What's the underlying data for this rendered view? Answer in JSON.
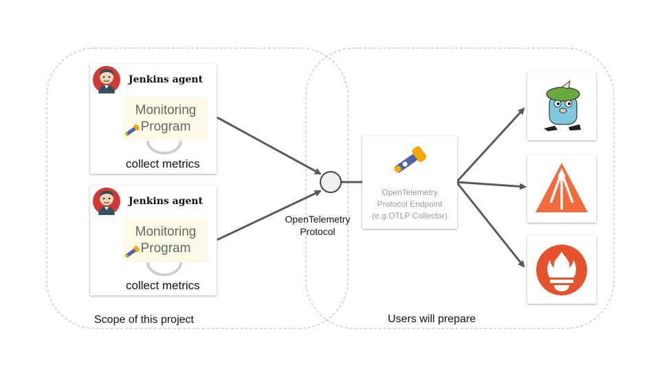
{
  "scopes": {
    "left_label": "Scope of this project",
    "right_label": "Users will prepare"
  },
  "agents": [
    {
      "title": "Jenkins agent",
      "monitoring_line1": "Monitoring",
      "monitoring_line2": "Program",
      "footer": "collect metrics"
    },
    {
      "title": "Jenkins agent",
      "monitoring_line1": "Monitoring",
      "monitoring_line2": "Program",
      "footer": "collect metrics"
    }
  ],
  "protocol": {
    "line1": "OpenTelemetry",
    "line2": "Protocol"
  },
  "collector": {
    "line1": "OpenTelemetry",
    "line2": "Protocol Endpoint",
    "line3": "(e.g.OTLP Collector)"
  },
  "backends": [
    "gopher-icon",
    "elastic-apm-icon",
    "prometheus-icon"
  ],
  "colors": {
    "arrow": "#595959",
    "monitoring_bg": "#fafae6",
    "otel_blue": "#4f62ad",
    "otel_orange": "#f5a800",
    "apm_orange": "#f26b3a",
    "prometheus_orange": "#e6522c"
  }
}
